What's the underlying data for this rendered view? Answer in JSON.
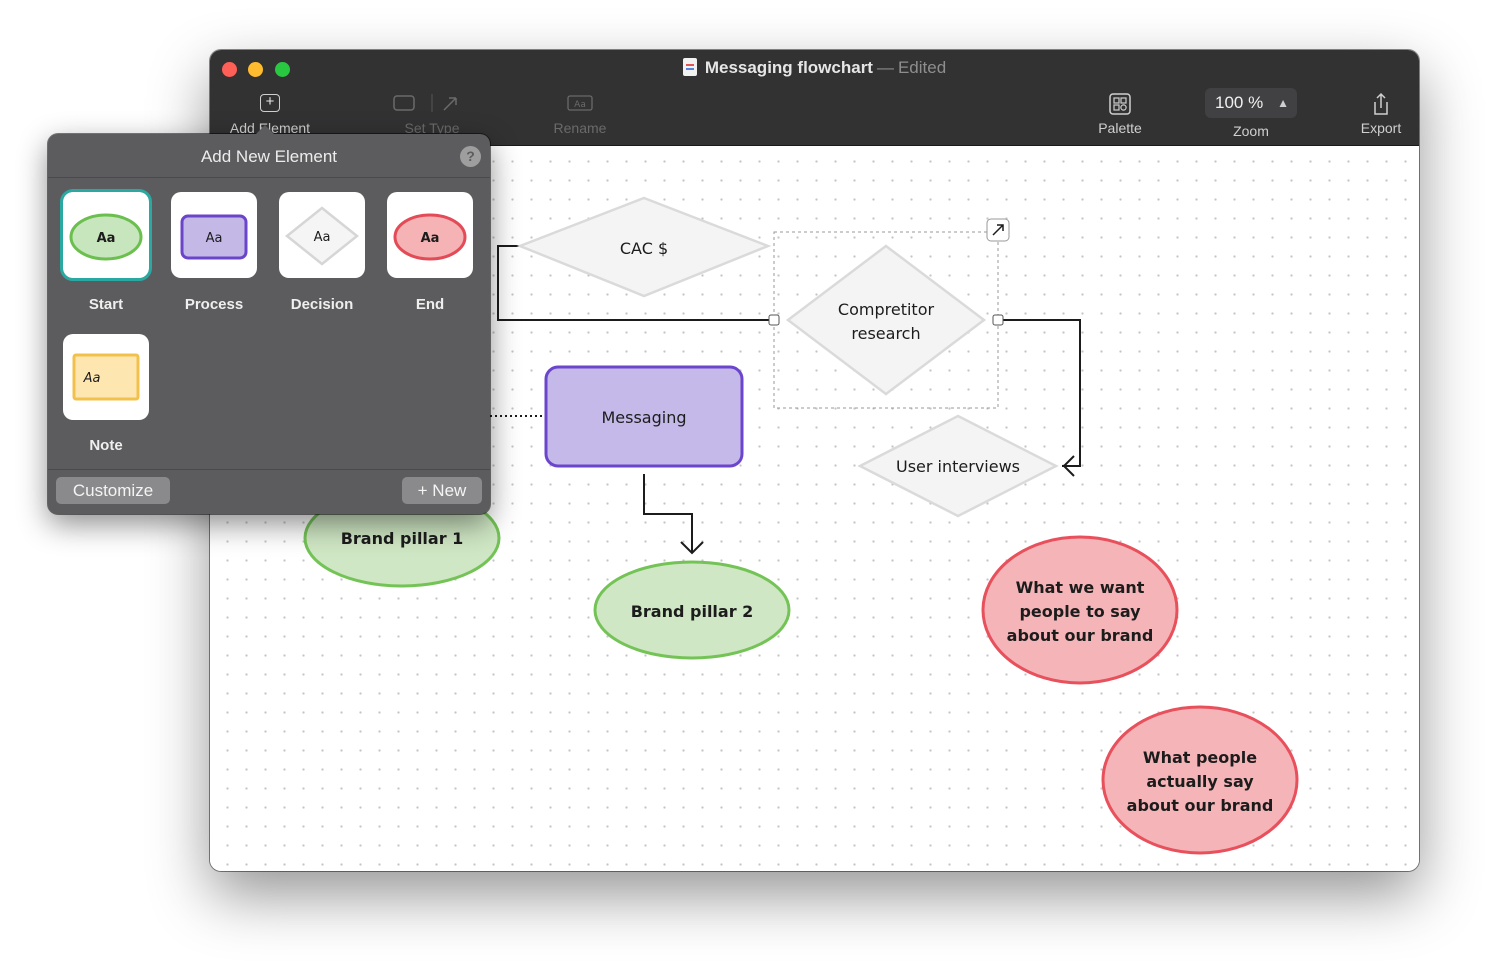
{
  "window": {
    "title": "Messaging flowchart",
    "separator": "—",
    "status": "Edited"
  },
  "toolbar": {
    "add_element_label": "Add Element",
    "set_type_label": "Set Type",
    "rename_label": "Rename",
    "palette_label": "Palette",
    "zoom_label": "Zoom",
    "zoom_value": "100 %",
    "export_label": "Export"
  },
  "popover": {
    "title": "Add New Element",
    "help": "?",
    "elements": [
      {
        "label": "Start",
        "sample": "Aa",
        "shape": "ellipse",
        "fill": "#c8e6bd",
        "stroke": "#6bbf4e",
        "selected": true
      },
      {
        "label": "Process",
        "sample": "Aa",
        "shape": "rounded-rect",
        "fill": "#c4b8e6",
        "stroke": "#6a44c9"
      },
      {
        "label": "Decision",
        "sample": "Aa",
        "shape": "diamond",
        "fill": "#f5f5f5",
        "stroke": "#d6d6d6"
      },
      {
        "label": "End",
        "sample": "Aa",
        "shape": "ellipse",
        "fill": "#f5b3b5",
        "stroke": "#e34b57"
      },
      {
        "label": "Note",
        "sample": "Aa",
        "shape": "rect",
        "fill": "#fde6b0",
        "stroke": "#f2c14c"
      }
    ],
    "customize_label": "Customize",
    "new_label": "+ New"
  },
  "flowchart": {
    "nodes": {
      "cac": "CAC $",
      "competitor_line1": "Compretitor",
      "competitor_line2": "research",
      "messaging": "Messaging",
      "user_interviews": "User interviews",
      "brand_pillar_1": "Brand pillar 1",
      "brand_pillar_2": "Brand pillar 2",
      "want_line1": "What we want",
      "want_line2": "people to say",
      "want_line3": "about our brand",
      "actual_line1": "What people",
      "actual_line2": "actually say",
      "actual_line3": "about our brand"
    },
    "colors": {
      "start_fill": "#cfe7c4",
      "start_stroke": "#74c356",
      "process_fill": "#c4b9e8",
      "process_stroke": "#6b45cc",
      "decision_fill": "#f4f4f4",
      "decision_stroke": "#dadada",
      "end_fill": "#f5b5b8",
      "end_stroke": "#e8505c"
    }
  }
}
